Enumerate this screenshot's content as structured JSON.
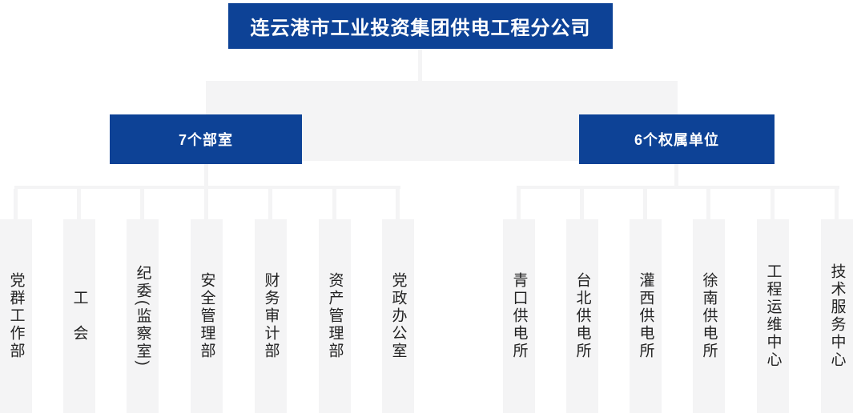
{
  "org_chart": {
    "root": {
      "label": "连云港市工业投资集团供电工程分公司"
    },
    "branches": [
      {
        "label": "7个部室",
        "children": [
          "党群工作部",
          "工　会",
          "纪委(监察室)",
          "安全管理部",
          "财务审计部",
          "资产管理部",
          "党政办公室"
        ]
      },
      {
        "label": "6个权属单位",
        "children": [
          "青口供电所",
          "台北供电所",
          "灌西供电所",
          "徐南供电所",
          "工程运维中心",
          "技术服务中心"
        ]
      }
    ]
  },
  "colors": {
    "node_blue": "#0d4296",
    "connector_gray": "#f4f4f5",
    "label_text": "#ffffff",
    "child_text": "#222222"
  }
}
